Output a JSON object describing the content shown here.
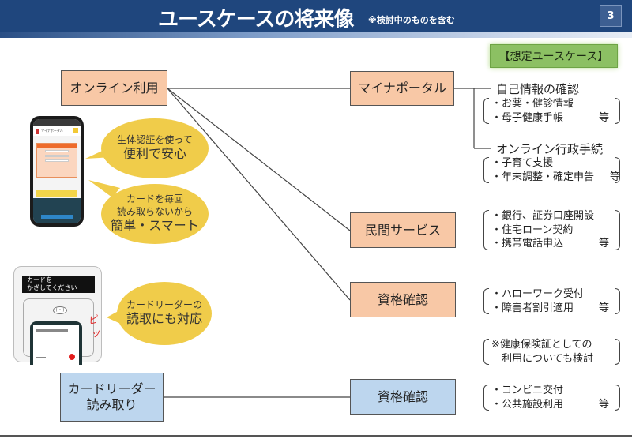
{
  "header": {
    "title": "ユースケースの将来像",
    "note": "※検討中のものを含む",
    "page_number": "3"
  },
  "legend_tag": "【想定ユースケース】",
  "sources": {
    "online": "オンライン利用",
    "card_reader_line1": "カードリーダー",
    "card_reader_line2": "読み取り"
  },
  "targets": {
    "myna_portal": "マイナポータル",
    "private_services": "民間サービス",
    "qualification_online": "資格確認",
    "qualification_reader": "資格確認"
  },
  "use_cases": {
    "self_info": {
      "heading": "自己情報の確認",
      "items": [
        "・お薬・健診情報",
        "・母子健康手帳"
      ],
      "etc": "等"
    },
    "online_admin": {
      "heading": "オンライン行政手続",
      "items": [
        "・子育て支援",
        "・年末調整・確定申告"
      ],
      "etc": "等"
    },
    "private": {
      "items": [
        "・銀行、証券口座開設",
        "・住宅ローン契約",
        "・携帯電話申込"
      ],
      "etc": "等"
    },
    "qualification": {
      "items": [
        "・ハローワーク受付",
        "・障害者割引適用"
      ],
      "etc": "等"
    },
    "health_insurance_note": {
      "lines": [
        "※健康保険証としての",
        "　利用についても検討"
      ]
    },
    "reader_qualification": {
      "items": [
        "・コンビニ交付",
        "・公共施設利用"
      ],
      "etc": "等"
    }
  },
  "bubbles": {
    "biometric": {
      "small": "生体認証を使って",
      "big": "便利で安心"
    },
    "no_reading": {
      "small1": "カードを毎回",
      "small2": "読み取らないから",
      "big": "簡単・スマート"
    },
    "reader_support": {
      "line1": "カードリーダーの",
      "line2": "読取にも対応"
    }
  },
  "phone_mockup": {
    "app_name": "マイナポータル"
  },
  "reader_mockup": {
    "display_line1": "カードを",
    "display_line2": "かざしてください",
    "beep": "ピッ"
  },
  "colors": {
    "header_bg": "#1f467d",
    "peach_box": "#f8c8a6",
    "blue_box": "#bdd6ee",
    "legend_green": "#8cc063",
    "bubble_yellow": "#f0cc4a"
  }
}
